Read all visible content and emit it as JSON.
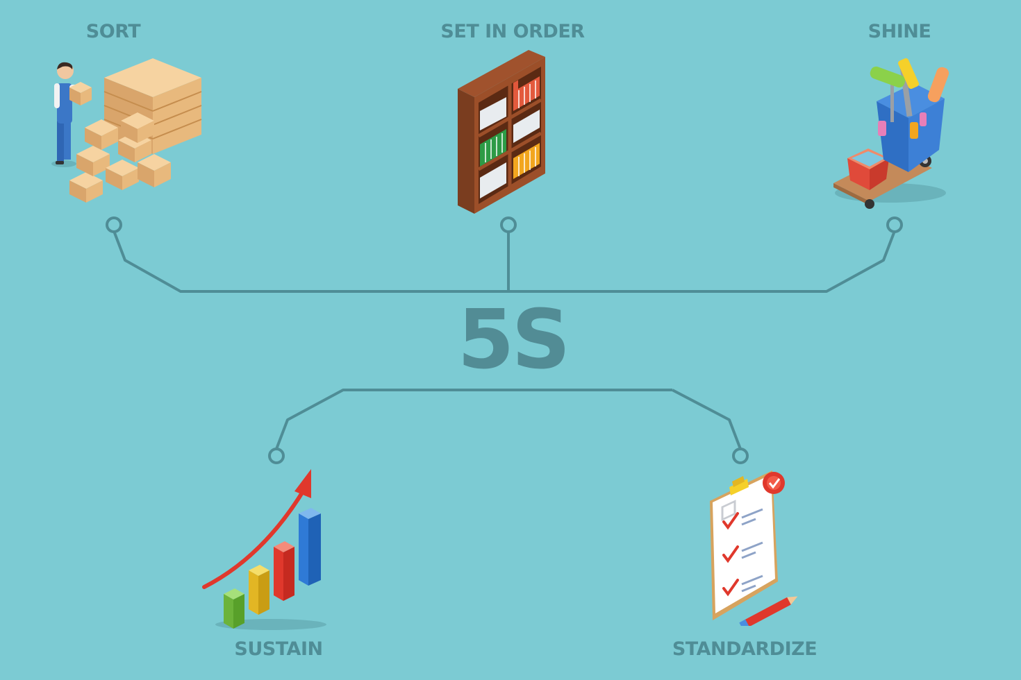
{
  "title": "5S",
  "steps": [
    {
      "label": "SORT",
      "icon": "warehouse-boxes-icon"
    },
    {
      "label": "SET IN ORDER",
      "icon": "bookshelf-binders-icon"
    },
    {
      "label": "SHINE",
      "icon": "cleaning-cart-icon"
    },
    {
      "label": "SUSTAIN",
      "icon": "growth-bar-chart-icon"
    },
    {
      "label": "STANDARDIZE",
      "icon": "checklist-clipboard-icon"
    }
  ],
  "colors": {
    "background": "#7ccbd3",
    "connector": "#4f8d96",
    "text": "#528c95"
  }
}
